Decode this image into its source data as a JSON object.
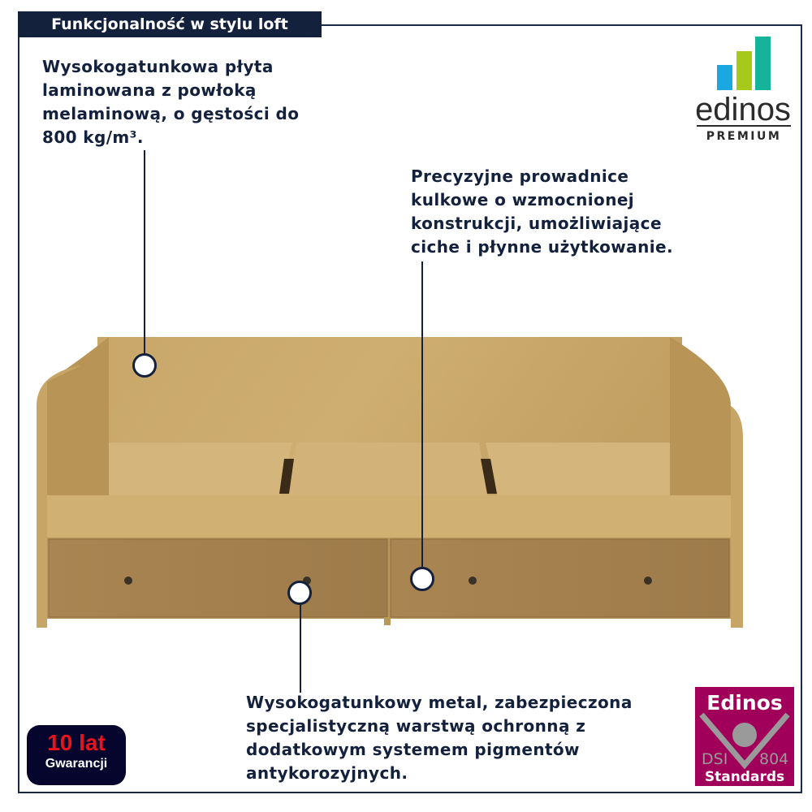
{
  "header": {
    "title": "Funkcjonalność w stylu loft"
  },
  "callouts": [
    {
      "lines": [
        "Wysokogatunkowa płyta",
        "laminowana z powłoką",
        "melaminową, o gęstości do",
        "800 kg/m³."
      ]
    },
    {
      "lines": [
        "Precyzyjne prowadnice",
        "kulkowe o wzmocnionej",
        "konstrukcji, umożliwiające",
        "ciche i płynne użytkowanie."
      ]
    },
    {
      "lines": [
        "Wysokogatunkowy metal, zabezpieczona",
        "specjalistyczną warstwą ochronną z",
        "dodatkowym systemem pigmentów",
        "antykorozyjnych."
      ]
    }
  ],
  "logo": {
    "brand": "edinos",
    "tier": "PREMIUM",
    "bar_colors": [
      "#1ba8e0",
      "#a6c91a",
      "#14b39a"
    ]
  },
  "warranty": {
    "years": "10 lat",
    "label": "Gwarancji",
    "years_color": "#e8141c"
  },
  "standards": {
    "top": "Edinos",
    "left": "DSI",
    "right": "804",
    "bottom": "Standards",
    "color": "#a0005a"
  },
  "colors": {
    "navy": "#14213d",
    "oak": "#c8a468"
  }
}
